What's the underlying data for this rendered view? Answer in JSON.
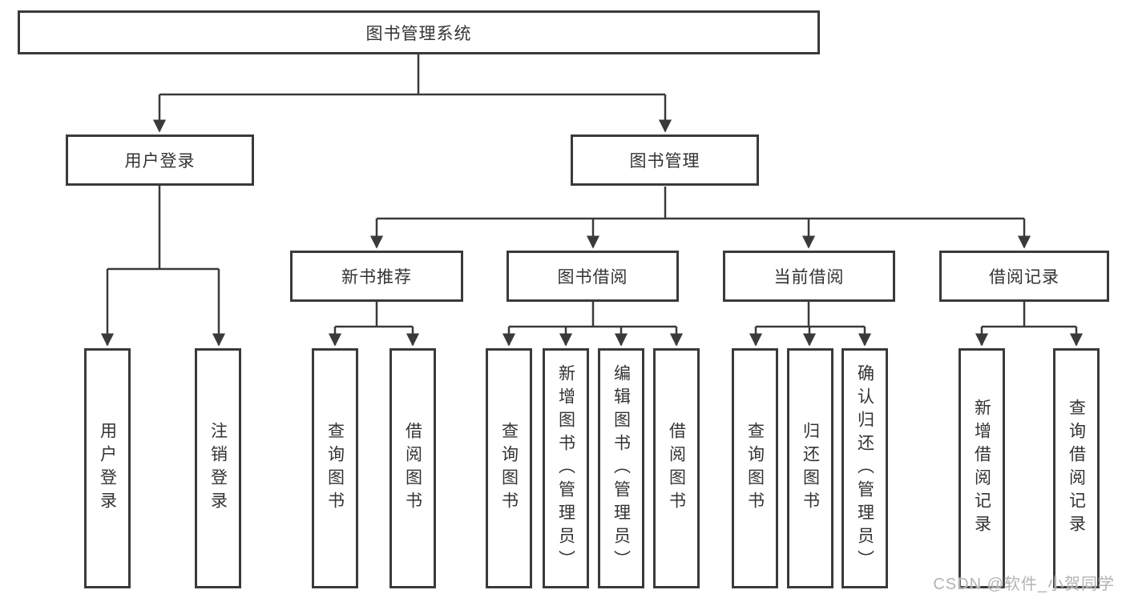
{
  "tree": {
    "root": {
      "label": "图书管理系统",
      "children": [
        {
          "label": "用户登录",
          "children": [
            {
              "label": "用户登录"
            },
            {
              "label": "注销登录"
            }
          ]
        },
        {
          "label": "图书管理",
          "children": [
            {
              "label": "新书推荐",
              "children": [
                {
                  "label": "查询图书"
                },
                {
                  "label": "借阅图书"
                }
              ]
            },
            {
              "label": "图书借阅",
              "children": [
                {
                  "label": "查询图书"
                },
                {
                  "label": "新增图书（管理员）"
                },
                {
                  "label": "编辑图书（管理员）"
                },
                {
                  "label": "借阅图书"
                }
              ]
            },
            {
              "label": "当前借阅",
              "children": [
                {
                  "label": "查询图书"
                },
                {
                  "label": "归还图书"
                },
                {
                  "label": "确认归还（管理员）"
                }
              ]
            },
            {
              "label": "借阅记录",
              "children": [
                {
                  "label": "新增借阅记录"
                },
                {
                  "label": "查询借阅记录"
                }
              ]
            }
          ]
        }
      ]
    }
  },
  "watermark": {
    "text": "CSDN @软件_小贺同学"
  },
  "colors": {
    "line": "#3a3a3a",
    "text": "#333333",
    "watermark": "#b3b3b3",
    "background": "#ffffff"
  }
}
